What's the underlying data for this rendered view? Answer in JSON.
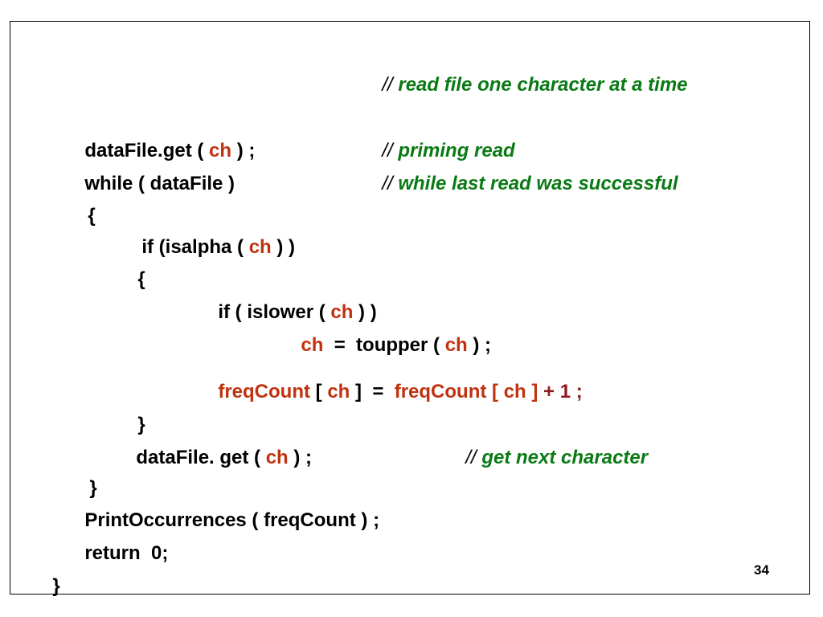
{
  "colors": {
    "keyword": "#000000",
    "variable": "#c0320f",
    "operator": "#8b1a1a",
    "comment_slash": "#000000",
    "comment_text": "#0a7a14"
  },
  "code": {
    "c0": {
      "slash": "//",
      "text": " read file one character at a time"
    },
    "l1": {
      "a": "dataFile.get ( ",
      "ch": "ch",
      "b": " ) ;",
      "slash": "//",
      "text": " priming read"
    },
    "l2": {
      "a": "while ( dataFile )",
      "slash": "//",
      "text": " while last read was successful"
    },
    "l3": {
      "a": "{"
    },
    "l4": {
      "a": "if (isalpha ( ",
      "ch": "ch",
      "b": " ) )"
    },
    "l5": {
      "a": "{"
    },
    "l6": {
      "a": "if ( islower ( ",
      "ch": "ch",
      "b": " ) )"
    },
    "l7": {
      "ch1": "ch",
      "a": "  =  toupper ( ",
      "ch2": "ch",
      "b": " ) ;"
    },
    "l8": {
      "fc1": "freqCount",
      "a": " [ ",
      "ch1": "ch",
      "b": " ]  =  ",
      "fc2": "freqCount",
      "c": " [ ",
      "ch2": "ch",
      "d": " ] ",
      "plus": "+ 1 ;"
    },
    "l9": {
      "a": "}"
    },
    "l10": {
      "a": "dataFile. get ( ",
      "ch": "ch",
      "b": " ) ;",
      "slash": "//",
      "text": " get next character"
    },
    "l11": {
      "a": "}"
    },
    "l12": {
      "a": "PrintOccurrences ( freqCount ) ;"
    },
    "l13": {
      "a": "return  0;"
    },
    "l14": {
      "a": "}"
    }
  },
  "page_number": "34"
}
